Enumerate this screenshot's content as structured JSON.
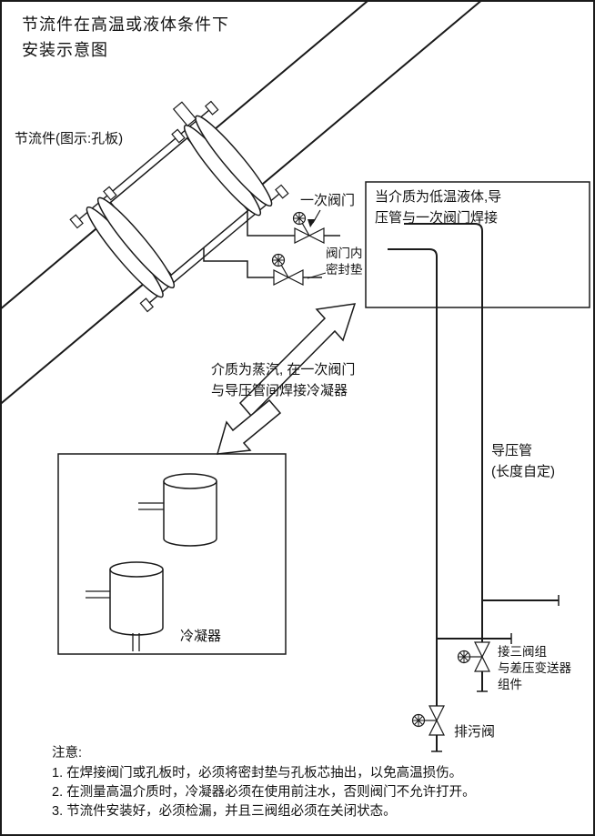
{
  "title": "节流件在高温或液体条件下\n安装示意图",
  "labels": {
    "throttle_element": "节流件(图示:孔板)",
    "primary_valve": "一次阀门",
    "valve_gasket": "阀门内\n密封垫",
    "low_temp_note": "当介质为低温液体,导\n压管与一次阀门焊接",
    "steam_note": "介质为蒸汽, 在一次阀门\n与导压管间焊接冷凝器",
    "condenser": "冷凝器",
    "pressure_tube": "导压管\n(长度自定)",
    "three_valve_group": "接三阀组\n与差压变送器\n组件",
    "drain_valve": "排污阀"
  },
  "notes": {
    "heading": "注意:",
    "items": [
      "1. 在焊接阀门或孔板时，必须将密封垫与孔板芯抽出，以免高温损伤。",
      "2. 在测量高温介质时，冷凝器必须在使用前注水，否则阀门不允许打开。",
      "3. 节流件安装好，必须检漏，并且三阀组必须在关闭状态。"
    ]
  },
  "colors": {
    "line": "#1a1a1a",
    "background": "#ffffff"
  }
}
